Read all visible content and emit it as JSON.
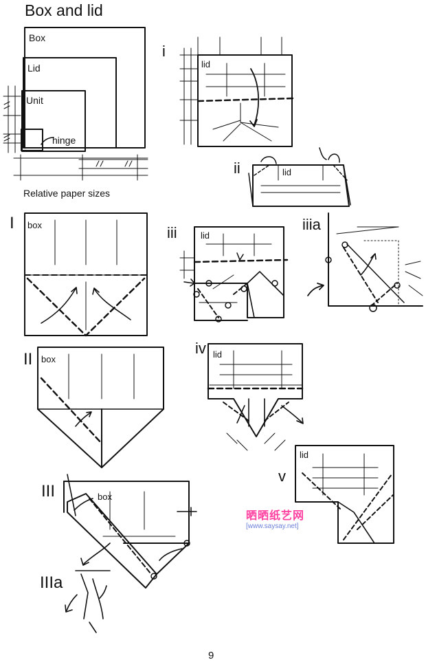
{
  "title": "Box and lid",
  "page_number": "9",
  "overview": {
    "labels": [
      "Box",
      "Lid",
      "Unit",
      "hinge"
    ],
    "caption": "Relative paper sizes"
  },
  "step_labels": {
    "i": "i",
    "ii": "ii",
    "iii": "iii",
    "iiia": "iiia",
    "iv": "iv",
    "v": "v",
    "I": "I",
    "II": "II",
    "III": "III",
    "IIIa": "IIIa"
  },
  "diagram_labels": {
    "lid": "lid",
    "box": "box"
  },
  "watermark": {
    "text": "晒晒纸艺网",
    "url": "[www.saysay.net]",
    "color_main": "#ff3fa0",
    "color_url": "#6b7fd8"
  }
}
